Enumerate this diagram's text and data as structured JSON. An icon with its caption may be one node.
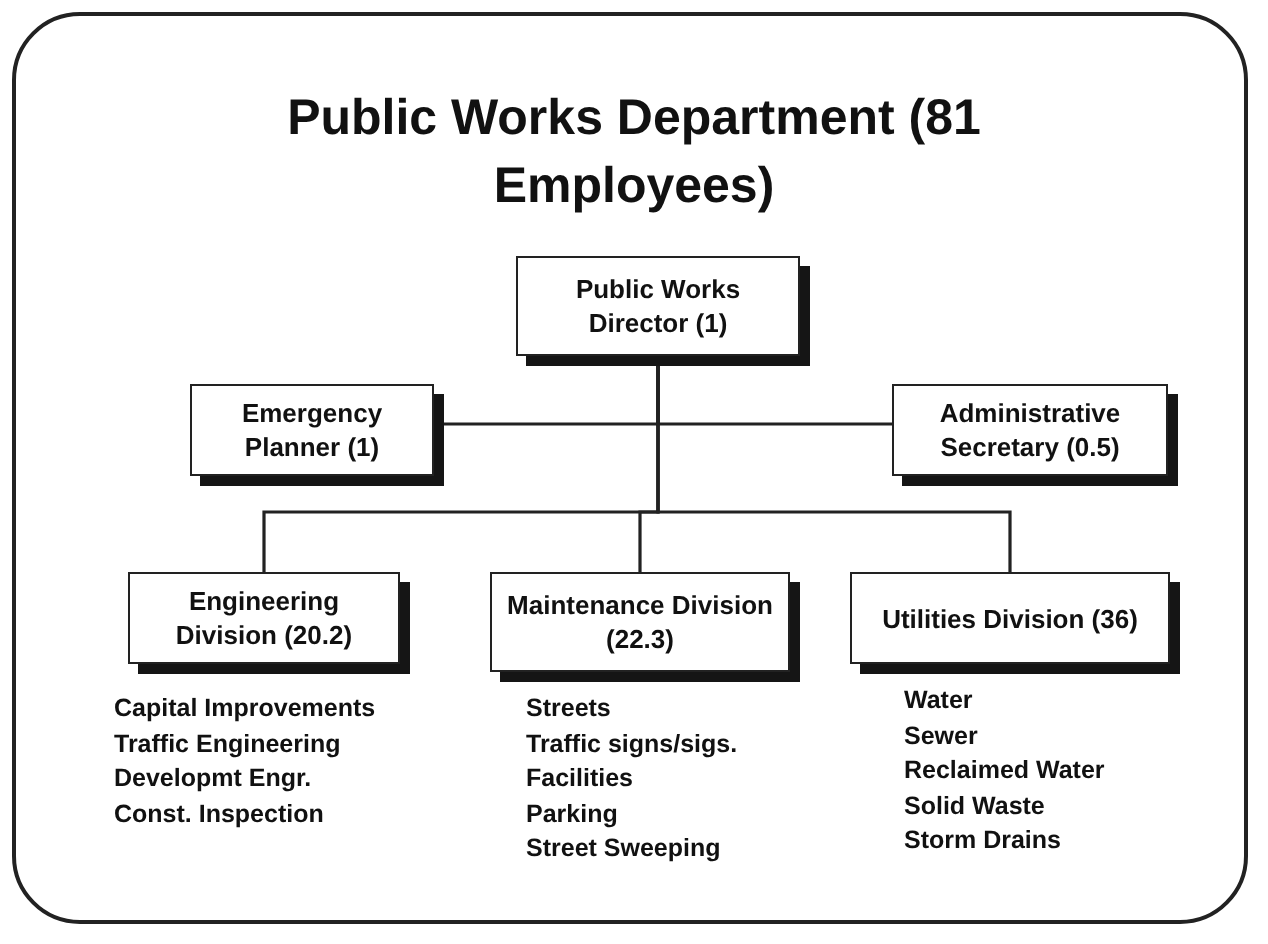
{
  "diagram": {
    "title": "Public Works Department (81 Employees)",
    "nodes": [
      {
        "text": [
          "Public Works Director (1)"
        ]
      },
      {
        "text": [
          "Emergency Planner (1)"
        ]
      },
      {
        "text": [
          "Administrative Secretary (0.5)"
        ]
      },
      {
        "text": [
          "Engineering Division (20.2)"
        ],
        "beside": [
          "Capital Improvements",
          "Traffic Engineering",
          "Developmt Engr.",
          "Const. Inspection"
        ]
      },
      {
        "text": [
          "Maintenance Division (22.3)"
        ],
        "beside": [
          "Streets",
          "Traffic signs/sigs.",
          "Facilities",
          "Parking",
          "Street Sweeping"
        ]
      },
      {
        "text": [
          "Utilities Division (36)"
        ],
        "beside": [
          "Water",
          "Sewer",
          "Reclaimed Water",
          "Solid Waste",
          "Storm Drains"
        ]
      }
    ],
    "edges": [
      {
        "from": 0,
        "to": 1,
        "arrow": "none"
      },
      {
        "from": 0,
        "to": 2,
        "arrow": "none"
      },
      {
        "from": 0,
        "to": 3,
        "arrow": "none"
      },
      {
        "from": 0,
        "to": 4,
        "arrow": "none"
      },
      {
        "from": 0,
        "to": 5,
        "arrow": "none"
      }
    ]
  }
}
